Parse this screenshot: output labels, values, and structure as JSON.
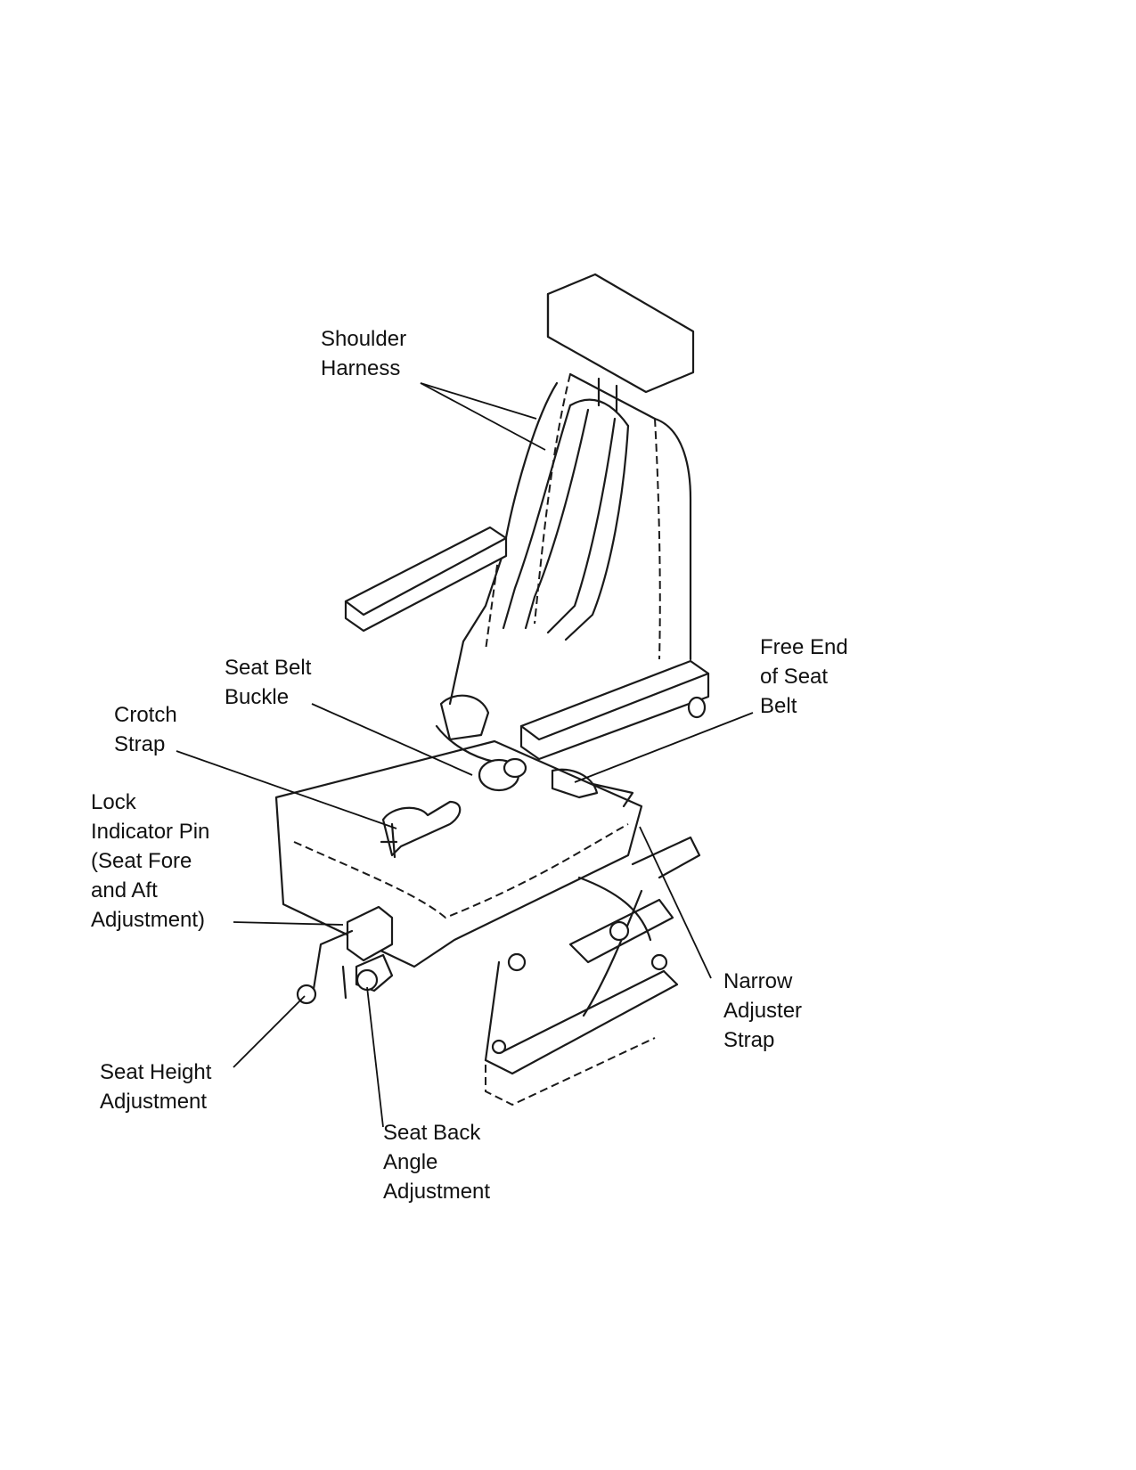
{
  "labels": {
    "shoulder_harness": [
      "Shoulder",
      "Harness"
    ],
    "seat_belt_buckle": [
      "Seat Belt",
      "Buckle"
    ],
    "crotch_strap": [
      "Crotch",
      "Strap"
    ],
    "lock_indicator_pin": [
      "Lock",
      "Indicator Pin",
      "(Seat Fore",
      "and Aft",
      "Adjustment)"
    ],
    "free_end_seat_belt": [
      "Free End",
      "of Seat",
      "Belt"
    ],
    "narrow_adjuster_strap": [
      "Narrow",
      "Adjuster",
      "Strap"
    ],
    "seat_height_adjustment": [
      "Seat Height",
      "Adjustment"
    ],
    "seat_back_angle_adjustment": [
      "Seat Back",
      "Angle",
      "Adjustment"
    ]
  }
}
